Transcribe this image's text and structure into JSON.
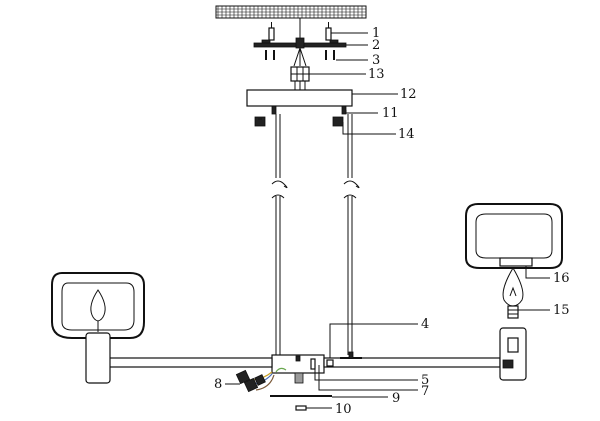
{
  "labels": {
    "l1": "1",
    "l2": "2",
    "l3": "3",
    "l4": "4",
    "l5": "5",
    "l7": "7",
    "l8": "8",
    "l9": "9",
    "l10": "10",
    "l11": "11",
    "l12": "12",
    "l13": "13",
    "l14": "14",
    "l15": "15",
    "l16": "16"
  }
}
